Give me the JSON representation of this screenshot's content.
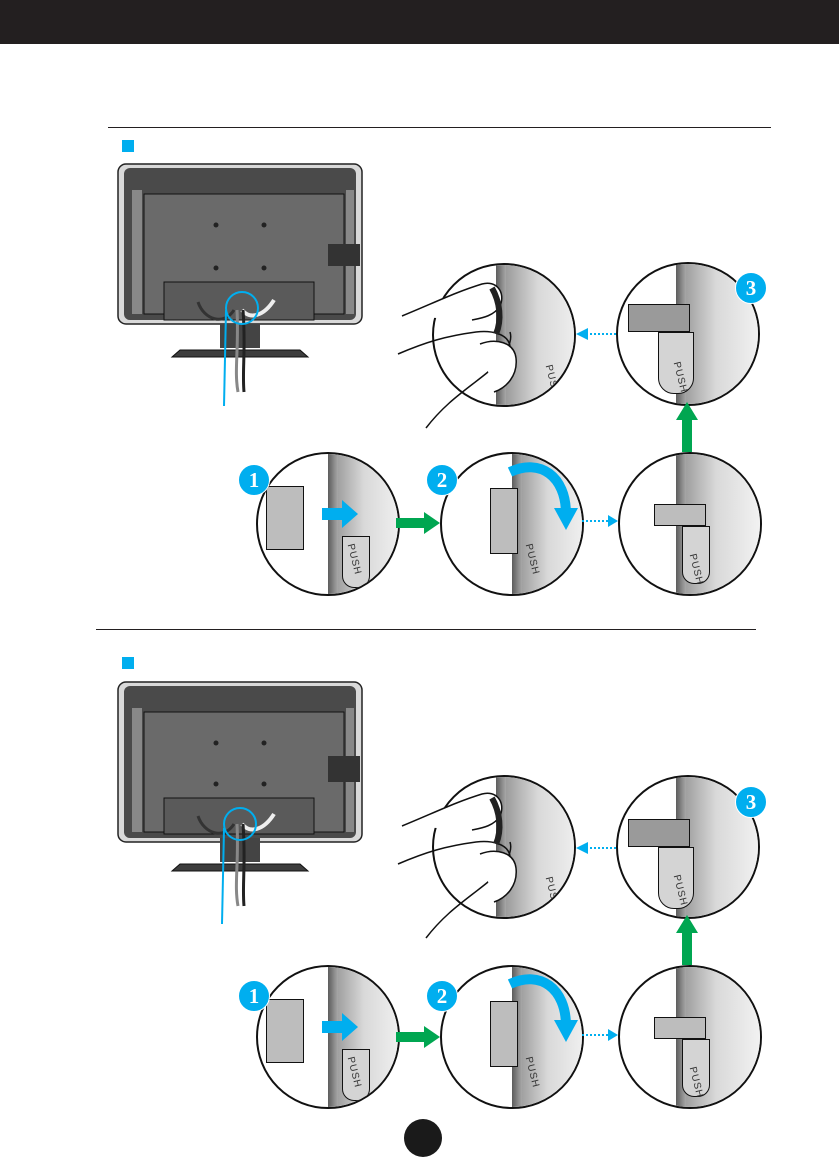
{
  "sections": [
    {
      "steps": [
        {
          "badge": "1",
          "push_label": "PUSH"
        },
        {
          "badge": "2",
          "push_label": "PUSH"
        },
        {
          "push_label": "PUSH"
        },
        {
          "badge": "3",
          "push_label": "PUSH"
        }
      ],
      "hands_push_label": "PUSH"
    },
    {
      "steps": [
        {
          "badge": "1",
          "push_label": "PUSH"
        },
        {
          "badge": "2",
          "push_label": "PUSH"
        },
        {
          "push_label": "PUSH"
        },
        {
          "badge": "3",
          "push_label": "PUSH"
        }
      ],
      "hands_push_label": "PUSH"
    }
  ],
  "colors": {
    "header_bar": "#231f20",
    "section_marker": "#00aeef",
    "step_arrow_green": "#00a651",
    "dotted_arrow_blue": "#00aeef"
  },
  "icons": [
    "monitor-rear-illustration",
    "cable-holder-icon",
    "hand-icon",
    "green-arrow-icon",
    "dotted-arrow-icon"
  ]
}
